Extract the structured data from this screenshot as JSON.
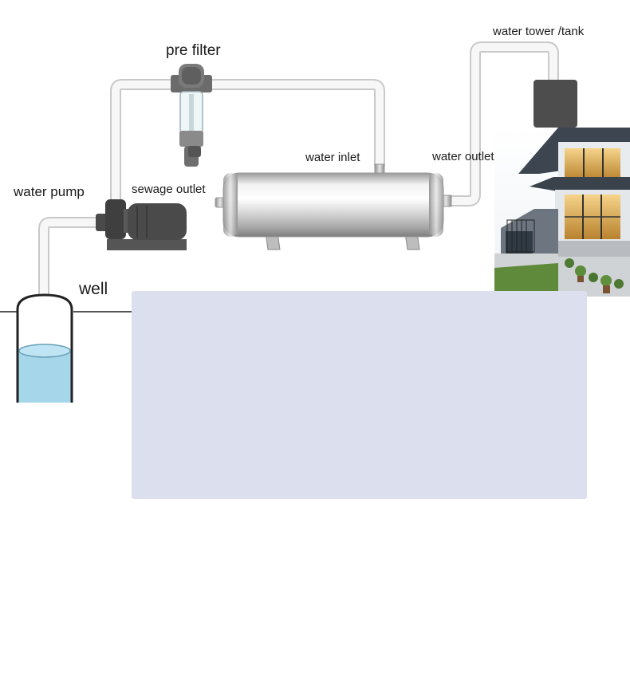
{
  "labels": {
    "pre_filter": "pre filter",
    "water_tower_tank": "water tower /tank",
    "water_inlet": "water inlet",
    "water_outlet": "water outlet",
    "water_pump": "water pump",
    "sewage_outlet": "sewage outlet",
    "well": "well"
  },
  "colors": {
    "pipe_fill": "#f7f7f7",
    "pipe_stroke": "#c9c9c9",
    "water": "#a6d6ea",
    "overlay_panel": "#dcdfee",
    "pump_body": "#4a4a4a",
    "tank_box": "#4d4d4d"
  }
}
